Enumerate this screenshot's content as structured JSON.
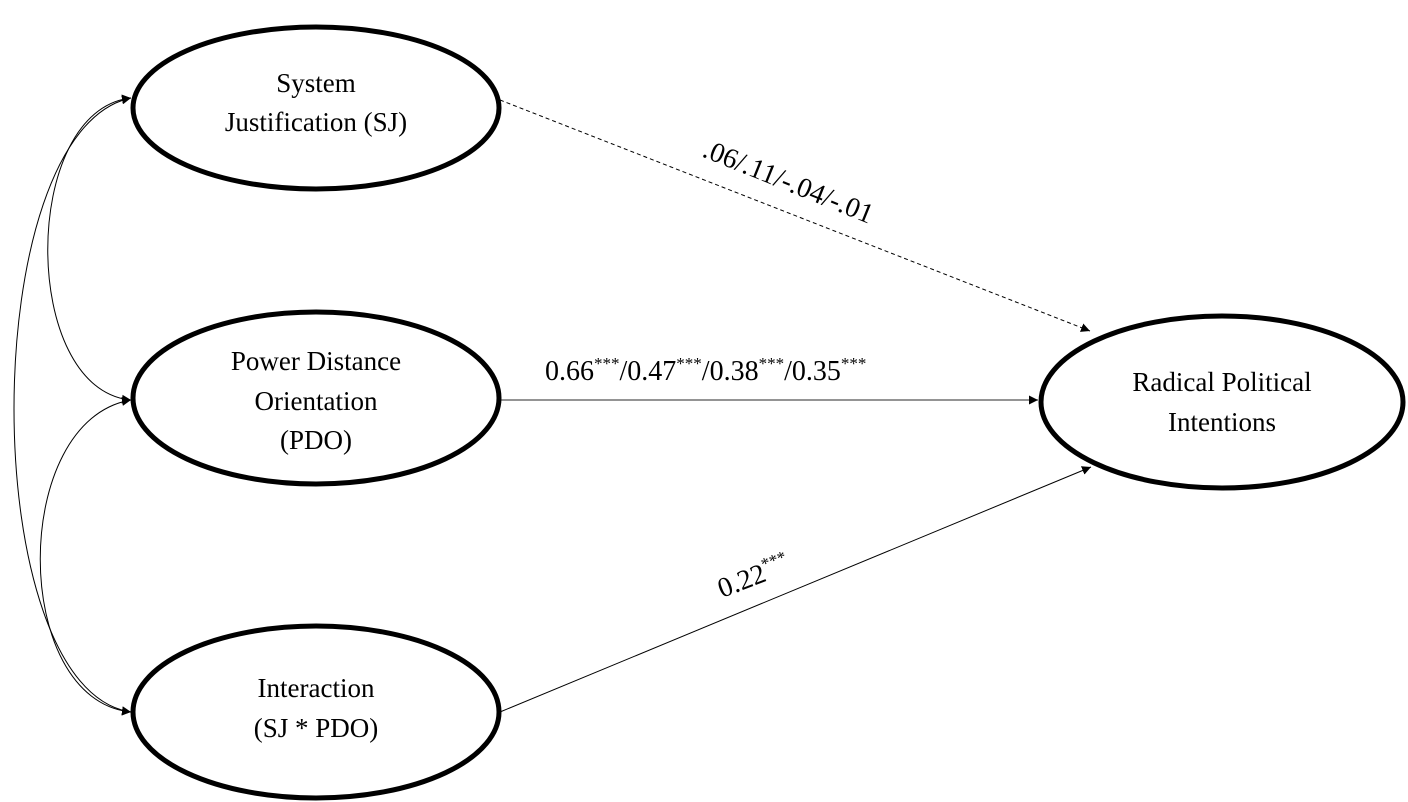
{
  "nodes": {
    "sj": {
      "lines": [
        "System",
        "Justification (SJ)"
      ]
    },
    "pdo": {
      "lines": [
        "Power Distance",
        "Orientation",
        "(PDO)"
      ]
    },
    "interaction": {
      "lines": [
        "Interaction",
        "(SJ * PDO)"
      ]
    },
    "rpi": {
      "lines": [
        "Radical Political",
        "Intentions"
      ]
    }
  },
  "paths": {
    "sj_to_rpi": {
      "label": ".06/.11/-.04/-.01",
      "style": "dashed"
    },
    "pdo_to_rpi": {
      "parts": [
        {
          "value": "0.66",
          "sig": "***",
          "sep": "/"
        },
        {
          "value": "0.47",
          "sig": "***",
          "sep": "/"
        },
        {
          "value": "0.38",
          "sig": "***",
          "sep": "/"
        },
        {
          "value": "0.35",
          "sig": "***",
          "sep": ""
        }
      ],
      "style": "solid"
    },
    "interaction_to_rpi": {
      "value": "0.22",
      "sig": "***",
      "style": "solid"
    }
  }
}
